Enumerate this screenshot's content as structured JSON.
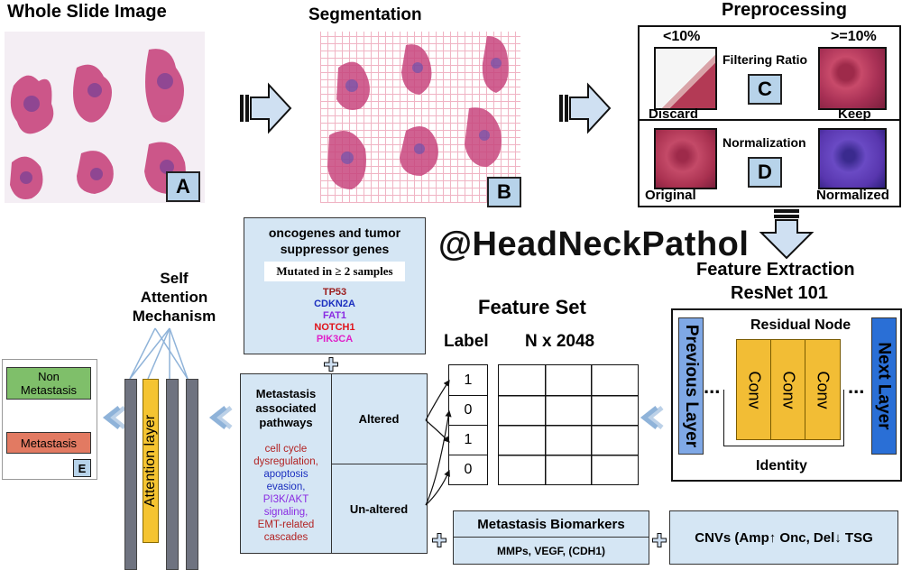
{
  "titles": {
    "wsi": "Whole Slide Image",
    "segmentation": "Segmentation",
    "preprocessing": "Preprocessing",
    "feature_extraction_1": "Feature Extraction",
    "feature_extraction_2": "ResNet 101",
    "feature_set": "Feature Set",
    "self_attention_1": "Self",
    "self_attention_2": "Attention",
    "self_attention_3": "Mechanism"
  },
  "panel_labels": {
    "a": "A",
    "b": "B",
    "c": "C",
    "d": "D",
    "e": "E"
  },
  "preprocessing": {
    "lt10": "<10%",
    "ge10": ">=10%",
    "filtering_ratio": "Filtering Ratio",
    "discard": "Discard",
    "keep": "Keep",
    "normalization": "Normalization",
    "original": "Original",
    "normalized": "Normalized"
  },
  "watermark": "@HeadNeckPathol",
  "resnet": {
    "residual_node": "Residual Node",
    "previous_layer": "Previous Layer",
    "next_layer": "Next Layer",
    "conv": "Conv",
    "identity": "Identity",
    "dots": "..."
  },
  "feature_set": {
    "label_header": "Label",
    "dims_header": "N x 2048",
    "labels": [
      "1",
      "0",
      "1",
      "0"
    ]
  },
  "genes": {
    "title_1": "oncogenes and tumor",
    "title_2": "suppressor genes",
    "mutated": "Mutated in ≥ 2 samples",
    "list": [
      {
        "name": "TP53",
        "color": "#9b1c1c"
      },
      {
        "name": "CDKN2A",
        "color": "#1b2fbf"
      },
      {
        "name": "FAT1",
        "color": "#8a2be2"
      },
      {
        "name": "NOTCH1",
        "color": "#e0141b"
      },
      {
        "name": "PIK3CA",
        "color": "#e020c8"
      }
    ]
  },
  "pathways": {
    "title_1": "Metastasis",
    "title_2": "associated",
    "title_3": "pathways",
    "altered": "Altered",
    "unaltered": "Un-altered",
    "items": [
      {
        "text": "cell cycle",
        "color": "#b22222"
      },
      {
        "text": "dysregulation,",
        "color": "#b22222"
      },
      {
        "text": "apoptosis",
        "color": "#1b2fbf"
      },
      {
        "text": "evasion,",
        "color": "#1b2fbf"
      },
      {
        "text": "PI3K/AKT",
        "color": "#8a2be2"
      },
      {
        "text": "signaling,",
        "color": "#8a2be2"
      },
      {
        "text": "EMT-related",
        "color": "#b22222"
      },
      {
        "text": "cascades",
        "color": "#b22222"
      }
    ]
  },
  "biomarkers": {
    "title": "Metastasis Biomarkers",
    "list": "MMPs, VEGF, (CDH1)"
  },
  "cnvs": "CNVs (Amp↑ Onc, Del↓ TSG",
  "attention_layer": "Attention layer",
  "output": {
    "non_metastasis_1": "Non",
    "non_metastasis_2": "Metastasis",
    "metastasis": "Metastasis"
  },
  "colors": {
    "light_blue": "#d5e6f4",
    "label_blue": "#b7d3ea",
    "conv_yellow": "#f2bd35",
    "prev_layer": "#7fa8e6",
    "next_layer": "#2a6fd6",
    "non_metastasis": "#7fbf6a",
    "metastasis": "#e27a62",
    "attention_yellow": "#f5c431",
    "attention_gray": "#6f7380"
  }
}
